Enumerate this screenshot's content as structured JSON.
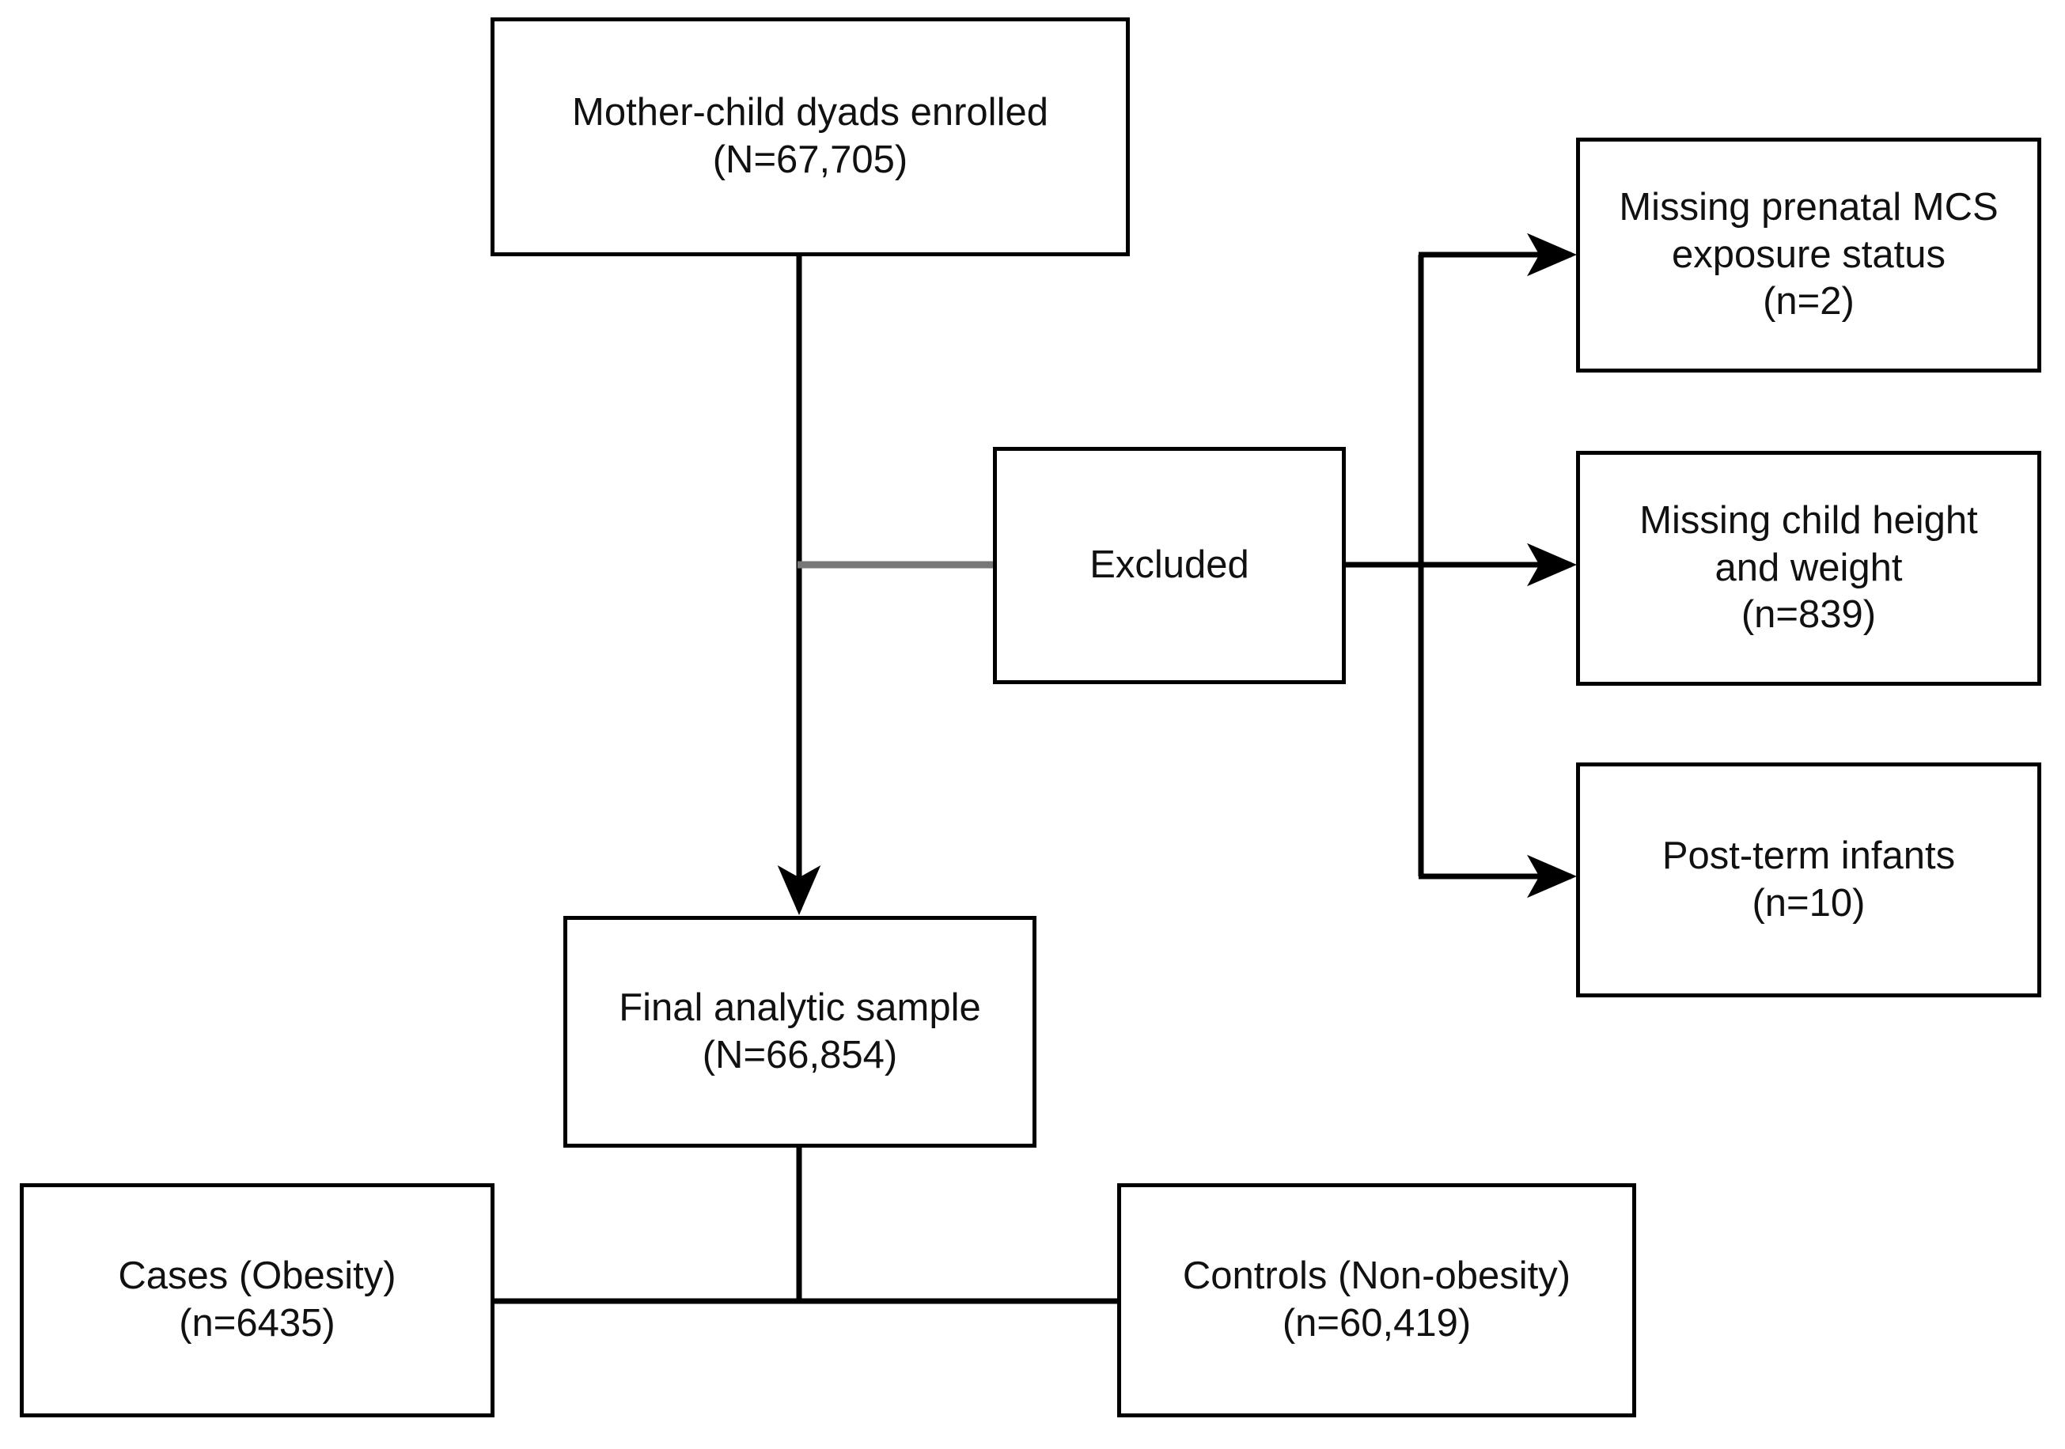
{
  "diagram": {
    "type": "flowchart",
    "title": "Study participant flow diagram",
    "colors": {
      "box_border": "#000000",
      "box_fill": "#ffffff",
      "connector_black": "#000000",
      "connector_gray": "#777777",
      "text": "#111111",
      "background": "#ffffff"
    },
    "nodes": [
      {
        "id": "enrolled",
        "name": "mother-child-dyads-enrolled",
        "line1": "Mother-child dyads enrolled",
        "line2": "(N=67,705)",
        "count_label": "N",
        "count_value": "67,705"
      },
      {
        "id": "excluded",
        "name": "excluded",
        "line1": "Excluded",
        "line2": ""
      },
      {
        "id": "missing_mcs",
        "name": "missing-prenatal-mcs-exposure-status",
        "line1": "Missing prenatal MCS",
        "line2": "exposure status",
        "line3": "(n=2)",
        "count_label": "n",
        "count_value": "2"
      },
      {
        "id": "missing_hw",
        "name": "missing-child-height-and-weight",
        "line1": "Missing child height",
        "line2": "and weight",
        "line3": "(n=839)",
        "count_label": "n",
        "count_value": "839"
      },
      {
        "id": "post_term",
        "name": "post-term-infants",
        "line1": "Post-term infants",
        "line2": "(n=10)",
        "count_label": "n",
        "count_value": "10"
      },
      {
        "id": "final_sample",
        "name": "final-analytic-sample",
        "line1": "Final analytic sample",
        "line2": "(N=66,854)",
        "count_label": "N",
        "count_value": "66,854"
      },
      {
        "id": "cases",
        "name": "cases-obesity",
        "line1": "Cases (Obesity)",
        "line2": "(n=6435)",
        "count_label": "n",
        "count_value": "6435"
      },
      {
        "id": "controls",
        "name": "controls-non-obesity",
        "line1": "Controls (Non-obesity)",
        "line2": "(n=60,419)",
        "count_label": "n",
        "count_value": "60,419"
      }
    ],
    "edges": [
      {
        "from": "enrolled",
        "to": "final_sample",
        "style": "arrow",
        "color": "#000000"
      },
      {
        "from": "enrolled",
        "to": "excluded",
        "style": "plain",
        "color": "#777777"
      },
      {
        "from": "excluded",
        "to": "missing_mcs",
        "style": "arrow",
        "color": "#000000"
      },
      {
        "from": "excluded",
        "to": "missing_hw",
        "style": "arrow",
        "color": "#000000"
      },
      {
        "from": "excluded",
        "to": "post_term",
        "style": "arrow",
        "color": "#000000"
      },
      {
        "from": "final_sample",
        "to": "cases",
        "style": "plain",
        "color": "#000000"
      },
      {
        "from": "final_sample",
        "to": "controls",
        "style": "plain",
        "color": "#000000"
      }
    ]
  }
}
